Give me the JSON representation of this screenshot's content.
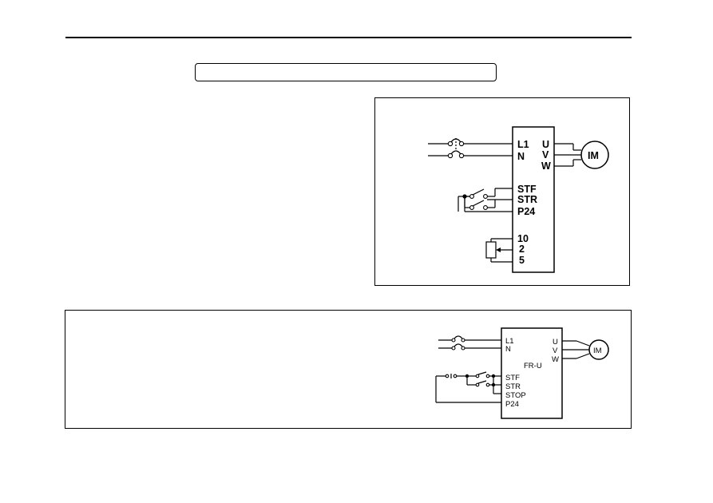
{
  "header": {
    "title_box_text": ""
  },
  "diagram_top": {
    "terminals": [
      "L1",
      "N",
      "STF",
      "STR",
      "P24",
      "10",
      "2",
      "5"
    ],
    "outputs": [
      "U",
      "V",
      "W"
    ],
    "motor": "IM"
  },
  "diagram_bottom": {
    "inverter_label": "FR-U",
    "terminals": [
      "L1",
      "N",
      "STF",
      "STR",
      "STOP",
      "P24"
    ],
    "outputs": [
      "U",
      "V",
      "W"
    ],
    "motor": "IM"
  }
}
